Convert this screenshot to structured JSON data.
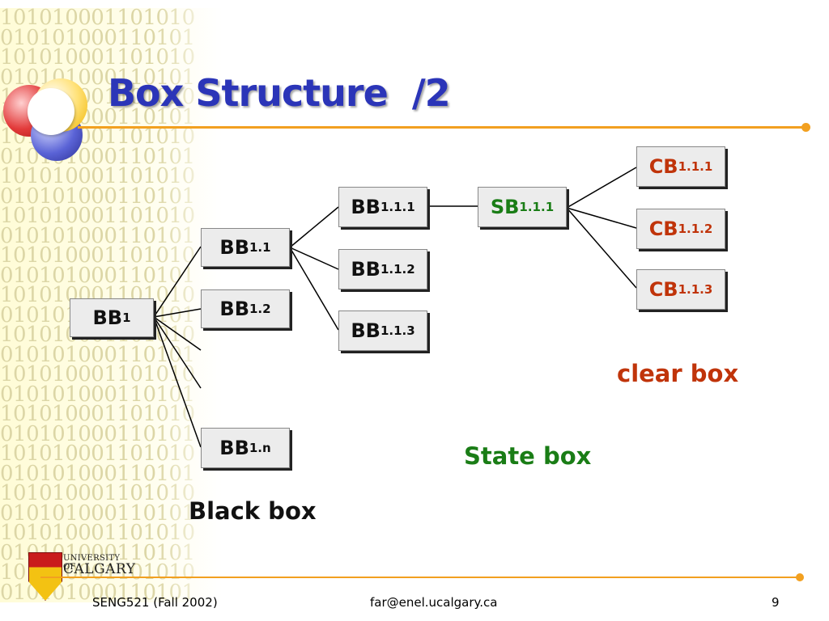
{
  "slide": {
    "title": "Box Structure  /2",
    "footer": {
      "left": "SENG521 (Fall 2002)",
      "center": "far@enel.ucalgary.ca",
      "page_number": "9"
    },
    "logo": {
      "line1": "UNIVERSITY OF",
      "line2": "CALGARY"
    },
    "background_digits": [
      "101010001101010",
      "010101000110101",
      "101010001101010",
      "010101000110101",
      "101010001101010",
      "010101000110101",
      "101010001101010",
      "010101000110101",
      "101010001101010",
      "010101000110101",
      "101010001101010",
      "010101000110101",
      "101010001101010",
      "010101000110101",
      "101010001101010",
      "010101000110101",
      "101010001101010",
      "010101000110101",
      "101010001101010",
      "010101000110101",
      "101010001101010",
      "010101000110101",
      "101010001101010",
      "010101000110101",
      "101010001101010",
      "010101000110101",
      "101010001101010",
      "010101000110101",
      "101010001101010",
      "010101000110101"
    ]
  },
  "boxes": {
    "bb1": {
      "main": "BB",
      "sub": "1"
    },
    "bb11": {
      "main": "BB",
      "sub": "1.1"
    },
    "bb12": {
      "main": "BB",
      "sub": "1.2"
    },
    "bb1n": {
      "main": "BB",
      "sub": "1.n"
    },
    "bb111": {
      "main": "BB",
      "sub": "1.1.1"
    },
    "bb112": {
      "main": "BB",
      "sub": "1.1.2"
    },
    "bb113": {
      "main": "BB",
      "sub": "1.1.3"
    },
    "sb111": {
      "main": "SB",
      "sub": "1.1.1"
    },
    "cb111": {
      "main": "CB",
      "sub": "1.1.1"
    },
    "cb112": {
      "main": "CB",
      "sub": "1.1.2"
    },
    "cb113": {
      "main": "CB",
      "sub": "1.1.3"
    }
  },
  "labels": {
    "black_box": "Black box",
    "state_box": "State box",
    "clear_box": "clear box"
  },
  "colors": {
    "title": "#2b35b8",
    "accent_line": "#f2a020",
    "black_box_text": "#111111",
    "state_box_text": "#1a7d16",
    "clear_box_text": "#c0340a"
  }
}
